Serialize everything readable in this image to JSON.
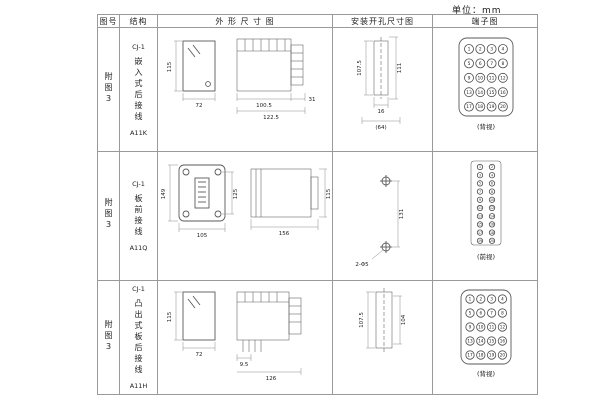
{
  "unit_label": "单位：mm",
  "headers": {
    "fig": "图号",
    "structure": "结构",
    "outline": "外 形 尺 寸 图",
    "install": "安装开孔尺寸图",
    "terminal": "端子图"
  },
  "rows": [
    {
      "fig": "附图3",
      "type": "CJ-1",
      "mount": "嵌入式后接线",
      "model": "A11K",
      "outline_dims": {
        "front_h": "115",
        "front_w": "72",
        "body_w": "100.5",
        "total_w": "122.5",
        "tail": "31"
      },
      "install_dims": {
        "v1": "107.5",
        "v2": "111",
        "h1": "16",
        "h2": "(64)"
      },
      "terminal": {
        "view": "(背视)",
        "cols": 4,
        "numbers": [
          1,
          2,
          3,
          4,
          5,
          6,
          7,
          8,
          9,
          10,
          11,
          12,
          13,
          14,
          15,
          16,
          17,
          18,
          19,
          20
        ]
      }
    },
    {
      "fig": "附图3",
      "type": "CJ-1",
      "mount": "板前接线",
      "model": "A11Q",
      "outline_dims": {
        "front_h": "149",
        "inner_h": "125",
        "front_w": "105",
        "body_w": "156",
        "side_h": "115"
      },
      "install_dims": {
        "v1": "131",
        "holes": "2-Φ5"
      },
      "terminal": {
        "view": "(前视)",
        "cols": 2,
        "numbers": [
          1,
          2,
          3,
          4,
          5,
          6,
          7,
          8,
          9,
          10,
          11,
          12,
          13,
          14,
          15,
          16,
          17,
          18,
          19,
          20
        ]
      }
    },
    {
      "fig": "附图3",
      "type": "CJ-1",
      "mount": "凸出式板后接线",
      "model": "A11H",
      "outline_dims": {
        "front_h": "115",
        "front_w": "72",
        "pin_w": "9.5",
        "total_w": "126"
      },
      "install_dims": {
        "v1": "107.5",
        "v2": "104"
      },
      "terminal": {
        "view": "(背视)",
        "cols": 4,
        "numbers": [
          1,
          2,
          3,
          4,
          5,
          6,
          7,
          8,
          9,
          10,
          11,
          12,
          13,
          14,
          15,
          16,
          17,
          18,
          19,
          20
        ]
      }
    }
  ]
}
